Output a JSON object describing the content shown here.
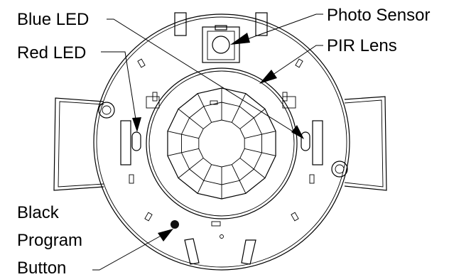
{
  "labels": {
    "blue_led": "Blue LED",
    "red_led": "Red LED",
    "photo_sensor": "Photo Sensor",
    "pir_lens": "PIR Lens",
    "black": "Black",
    "program": "Program",
    "button": "Button"
  },
  "colors": {
    "line": "#000000",
    "background": "#ffffff"
  }
}
